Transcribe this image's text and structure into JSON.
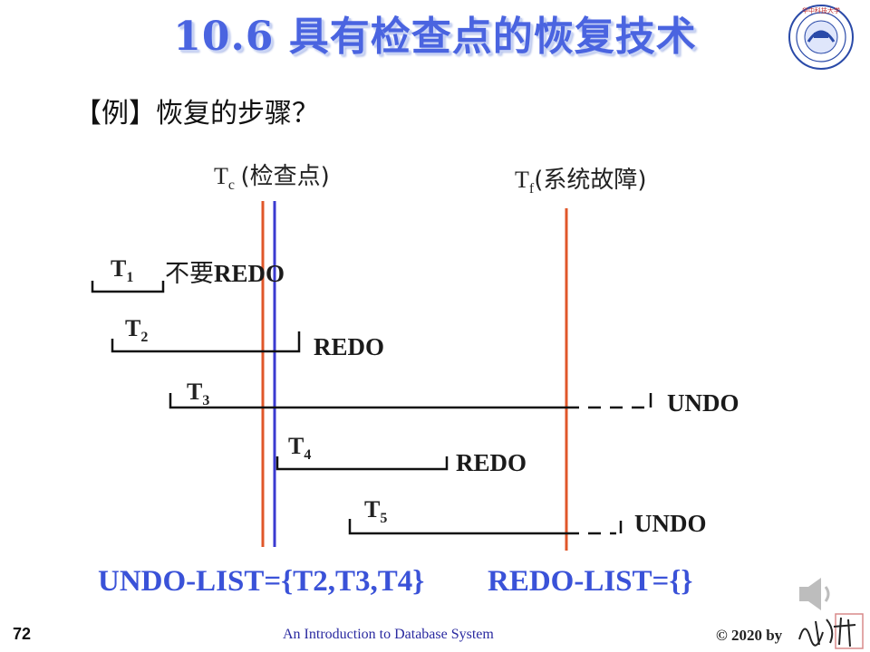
{
  "slide": {
    "title": "10.6  具有检查点的恢复技术",
    "subtitle": "【例】恢复的步骤？"
  },
  "timeline": {
    "checkpoint": {
      "symbol": "T",
      "sub": "c",
      "label": "(检查点)"
    },
    "failure": {
      "symbol": "T",
      "sub": "f",
      "label": "(系统故障)"
    }
  },
  "transactions": [
    {
      "name": "T",
      "sub": "1",
      "action": "REDO",
      "action_prefix": "不要"
    },
    {
      "name": "T",
      "sub": "2",
      "action": "REDO",
      "action_prefix": ""
    },
    {
      "name": "T",
      "sub": "3",
      "action": "UNDO",
      "action_prefix": ""
    },
    {
      "name": "T",
      "sub": "4",
      "action": "REDO",
      "action_prefix": ""
    },
    {
      "name": "T",
      "sub": "5",
      "action": "UNDO",
      "action_prefix": ""
    }
  ],
  "result": {
    "undo_list": "UNDO-LIST={T2,T3,T4}",
    "redo_list": "REDO-LIST={}"
  },
  "footer": {
    "page_number": "72",
    "course": "An Introduction to Database System",
    "copyright": "© 2020 by"
  },
  "colors": {
    "title": "#4a64e0",
    "checkpoint_line_red": "#e0572a",
    "checkpoint_line_blue": "#3a3ad0",
    "failure_line": "#e0572a",
    "lists": "#3a52d8"
  }
}
